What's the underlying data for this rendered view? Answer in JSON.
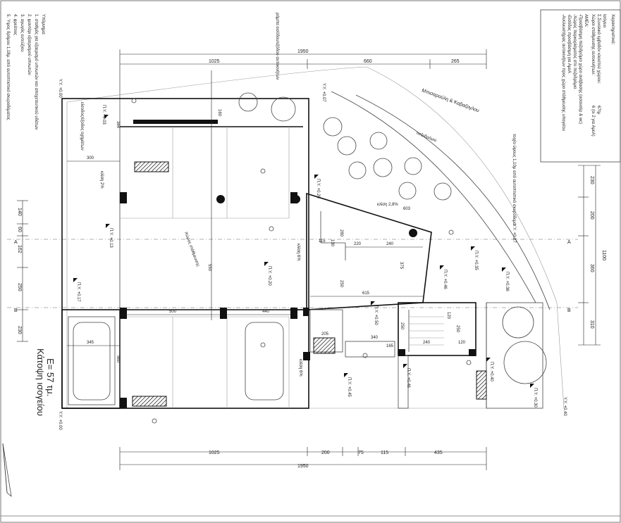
{
  "legend": {
    "heading": "Υπόμνημα:",
    "items": [
      "1. σταθμός για εξαερισμό υπνωτών και αποχετευτικού υδάτων",
      "2. ιμαντάρι εξαερισμού υπνωτών",
      "3. αγωγός ευτεύξιου",
      "4. φρεάτιος",
      "5. Ύψος δρόμου 1,18μ. από αυτοπτιστικό σκυροδέματος"
    ]
  },
  "info_box": {
    "heading": "Χαρακτηριστικά:",
    "rows": [
      {
        "label": "Ισόγειο",
        "value": ""
      },
      {
        "label": "Σ.Συνολικό εμβαδόν κλειστού χώρου:",
        "value": "67τμ"
      },
      {
        "label": "Χώροι στάθμευσης αυτοκινήτων:",
        "value": "6 (οι 2 για ΑμεΑ)"
      },
      {
        "label": "ΑΜΕΑ:",
        "value": ""
      },
      {
        "label": "-Προσβάσιμη πεζοδρόμιο χώρο ανάβασης (ασανσέρ & wc)",
        "value": ""
      },
      {
        "label": "-Χώρος παρκαρίσματος στο πεζοδρόμιο",
        "value": ""
      },
      {
        "label": "-Εισόδος προσβάσιμη για ΑμεΑ",
        "value": ""
      },
      {
        "label": "-Ανελκυστήρας αυτοκινήτων προς χώρο στάθμευσης υπογείου",
        "value": ""
      }
    ]
  },
  "title": {
    "line1": "Κάτοψη ισογείου",
    "line2": "Ε= 57 τμ."
  },
  "street": {
    "name": "Μπισαρούλη & Καβαζογλου",
    "sidewalk": "πεζοδρόμιο"
  },
  "dimensions": {
    "top_total": "1950",
    "top_a": "1025",
    "top_b": "660",
    "top_c": "265",
    "bottom_total": "1950",
    "bottom_a": "1025",
    "bottom_b": "200",
    "bottom_c": "75",
    "bottom_d": "115",
    "bottom_e": "435",
    "right_total": "1100",
    "right_a": "230",
    "right_b": "200",
    "right_c": "360",
    "right_d": "310",
    "left_a": "140",
    "left_b": "60",
    "left_c": "162",
    "left_d": "250",
    "left_e": "230",
    "d160": "160",
    "d384": "384",
    "d300": "300",
    "d500": "500",
    "d440": "440",
    "d550": "550",
    "d345": "345",
    "d560": "560",
    "d603": "603",
    "d280": "280",
    "d220": "220",
    "d240": "240",
    "d115": "115",
    "d130": "130",
    "d375": "375",
    "d250": "250",
    "d615": "615",
    "d205": "205",
    "d340": "340",
    "d165": "165",
    "d240b": "240",
    "d120": "120",
    "d120b": "120",
    "d250b": "250",
    "d250c": "250"
  },
  "labels": {
    "parking": "Χώρος στάθμευσης",
    "ramp": "κλίση 2%",
    "ramp2": "κλίση 2,8%",
    "ramp3": "κλίση 6%",
    "ramp4": "κλίση 6%",
    "ramp5": "κλίση 6%",
    "entrance": "είσοδος/έξοδος οχημάτων",
    "note_ramp": "ράμπα εισόδου/εξόδου αυτοκινήτων",
    "note_height": "τοιχίο ύψους 1,10μ από αυτοπτιστικό σκυρόδεμα",
    "section_a": "A",
    "section_b": "B",
    "levels": [
      "Π.Υ. +0.03",
      "Π.Υ. +0.20",
      "Π.Υ. +0.13",
      "Π.Υ. +0.17",
      "Π.Υ. +0.20",
      "Π.Υ. +0.35",
      "Π.Υ. +0.36",
      "Π.Υ. +0.46",
      "Π.Υ. +0.50",
      "Π.Υ. +0.45",
      "Π.Υ. +0.46",
      "Π.Υ. +0.40",
      "Π.Υ. +0.30"
    ],
    "corner_levels": [
      "Υ.Υ. +0.00",
      "Υ.Υ. +0.07",
      "Υ.Υ. +0.27",
      "Υ.Υ. +0.40",
      "Υ.Υ. +0.00"
    ]
  }
}
